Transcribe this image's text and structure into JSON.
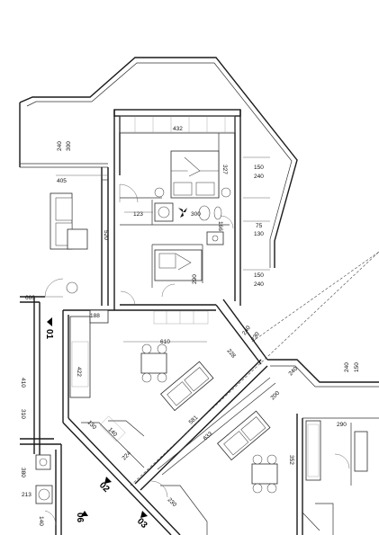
{
  "dimensions": {
    "d432": "432",
    "d327": "327",
    "d150a": "150",
    "d240a": "240",
    "d300a": "300",
    "d240b": "240",
    "d405": "405",
    "d123": "123",
    "d300b": "300",
    "d166": "166",
    "d75": "75",
    "d130": "130",
    "d520": "520",
    "d150b": "150",
    "d240c": "240",
    "d290a": "290",
    "d666": "666",
    "d188": "188",
    "d610": "610",
    "d240d": "240",
    "d230a": "230",
    "d228": "228",
    "d422": "422",
    "d240e": "240",
    "d200": "200",
    "d150c": "150",
    "d240f": "240",
    "d130b": "130",
    "d581": "581",
    "d633": "633",
    "d140": "140",
    "d224": "224",
    "d290b": "290",
    "d352": "352",
    "d230b": "230",
    "d213": "213",
    "d140b": "140",
    "d410": "410",
    "d310": "310",
    "d380": "380"
  },
  "labels": {
    "u01": "01",
    "u02": "02",
    "u03": "03",
    "u06": "06"
  }
}
